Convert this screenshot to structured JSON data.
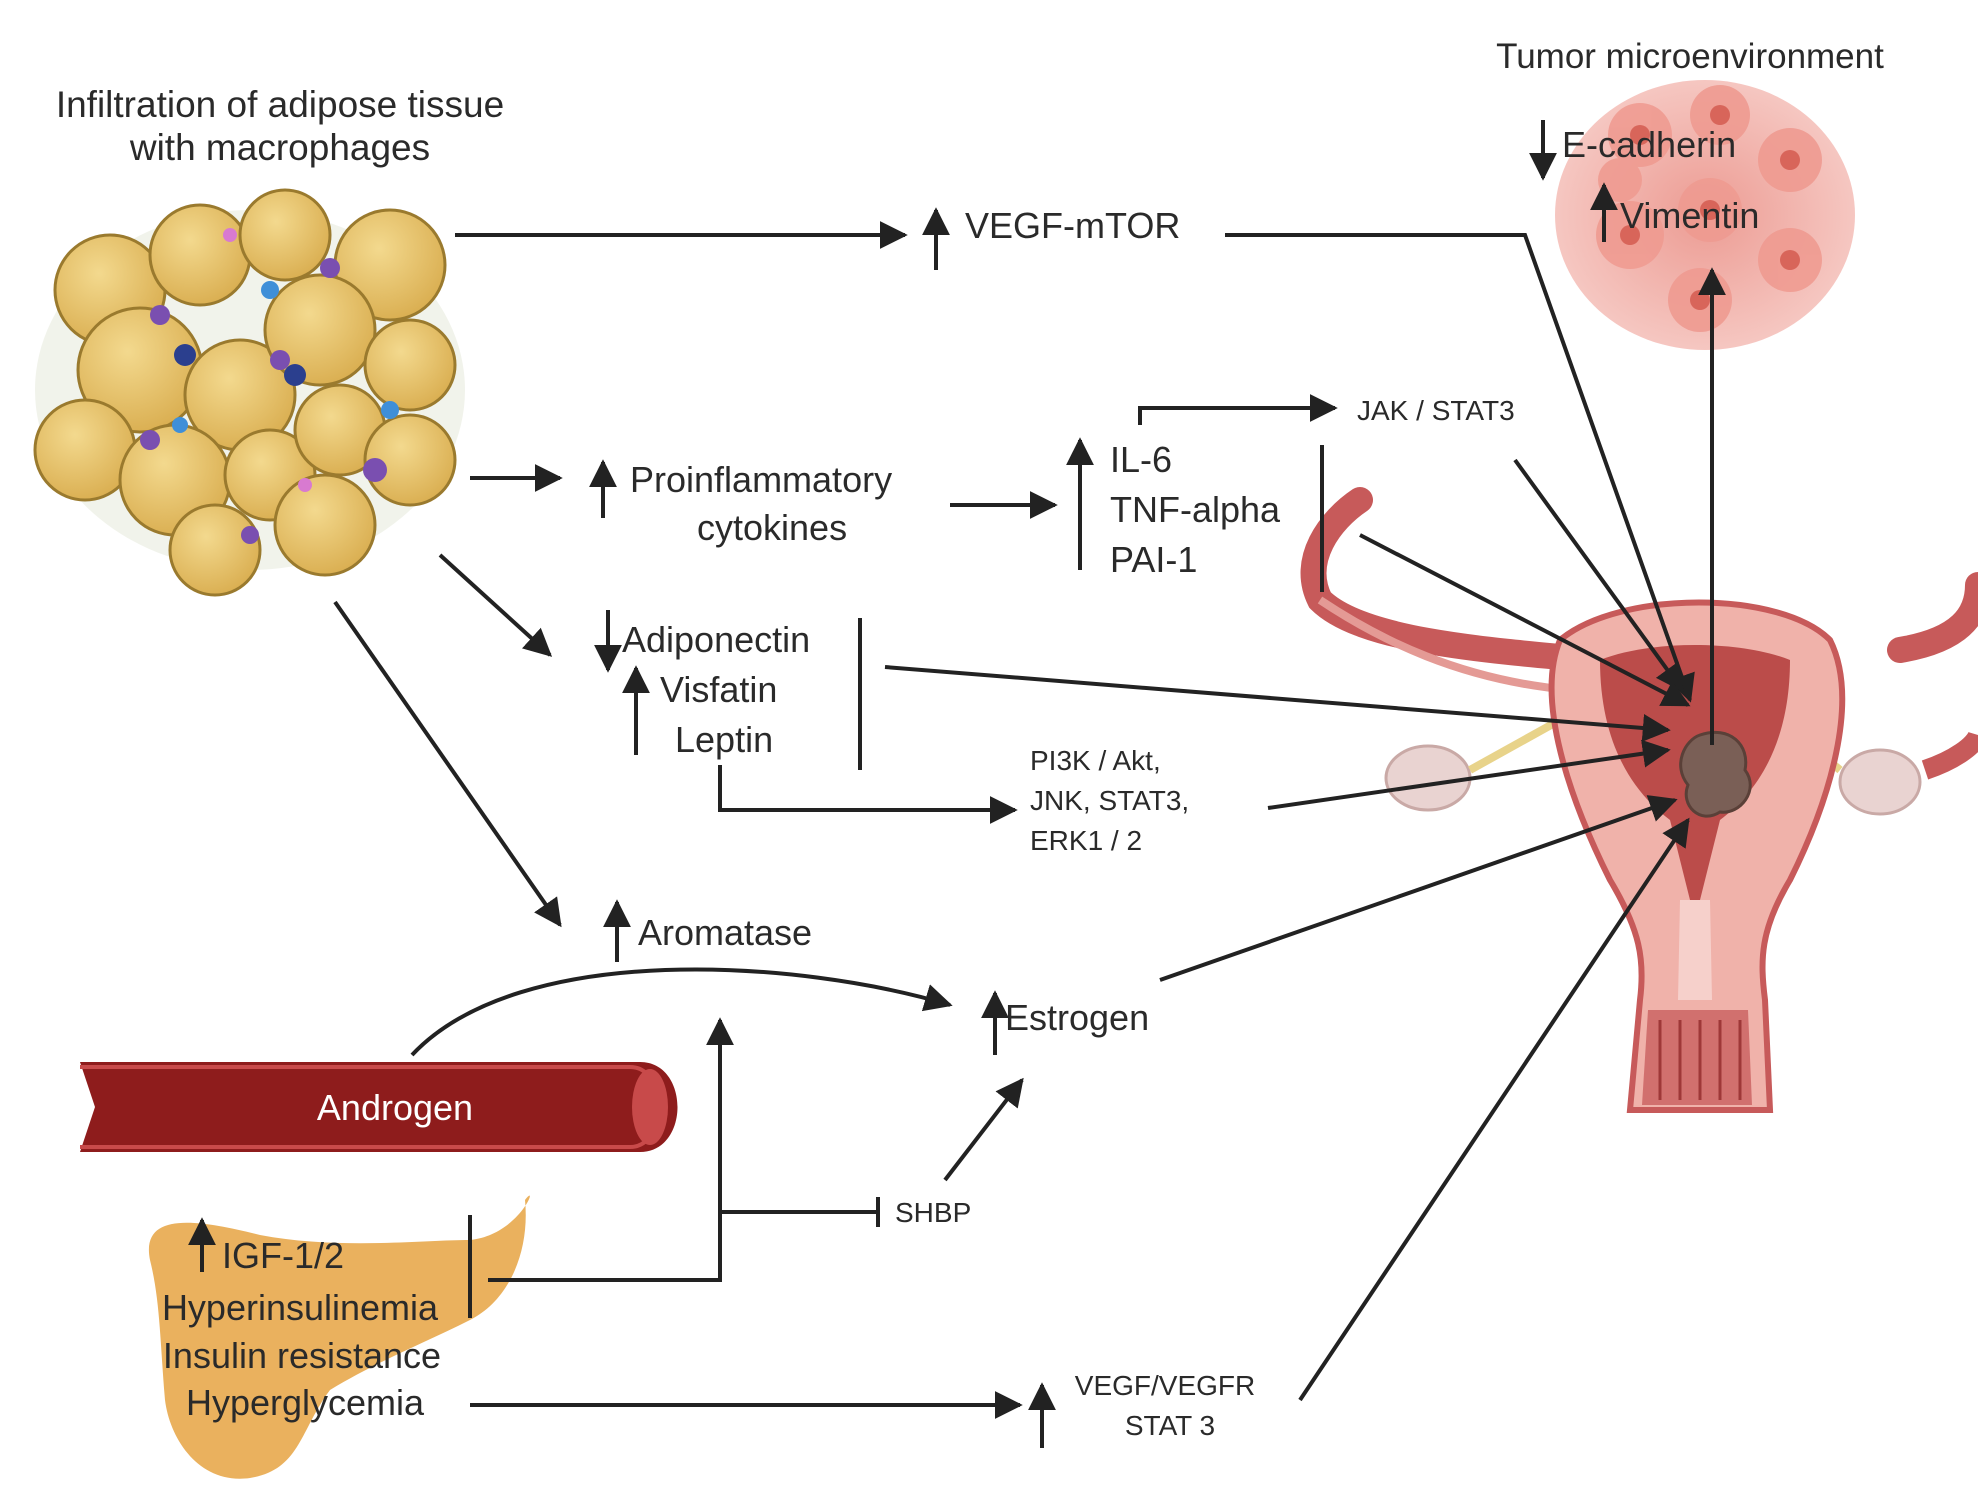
{
  "labels": {
    "adipose_line1": "Infiltration of adipose tissue",
    "adipose_line2": "with macrophages",
    "tumor_title": "Tumor microenvironment",
    "ecadherin": "E-cadherin",
    "vimentin": "Vimentin",
    "vegf_mtor": "VEGF-mTOR",
    "jak_stat3": "JAK / STAT3",
    "proinf_line1": "Proinflammatory",
    "proinf_line2": "cytokines",
    "il6": "IL-6",
    "tnf": "TNF-alpha",
    "pai1": "PAI-1",
    "adiponectin": "Adiponectin",
    "visfatin": "Visfatin",
    "leptin": "Leptin",
    "pi3k_line1": "PI3K / Akt,",
    "pi3k_line2": "JNK, STAT3,",
    "pi3k_line3": "ERK1 / 2",
    "aromatase": "Aromatase",
    "estrogen": "Estrogen",
    "androgen": "Androgen",
    "shbp": "SHBP",
    "igf": "IGF-1/2",
    "hyperinsulinemia": "Hyperinsulinemia",
    "insulin_resistance": "Insulin resistance",
    "hyperglycemia": "Hyperglycemia",
    "vegfr_line1": "VEGF/VEGFR",
    "vegfr_line2": "STAT 3"
  },
  "colors": {
    "arrow": "#222222",
    "adipocyte": "#e8c46a",
    "macrophage": "#7a4fb0",
    "vessel": "#8e1c1c",
    "pancreas": "#e8a94c",
    "uterus": "#c75a5a",
    "tumor_cluster": "#f1a9a2"
  }
}
